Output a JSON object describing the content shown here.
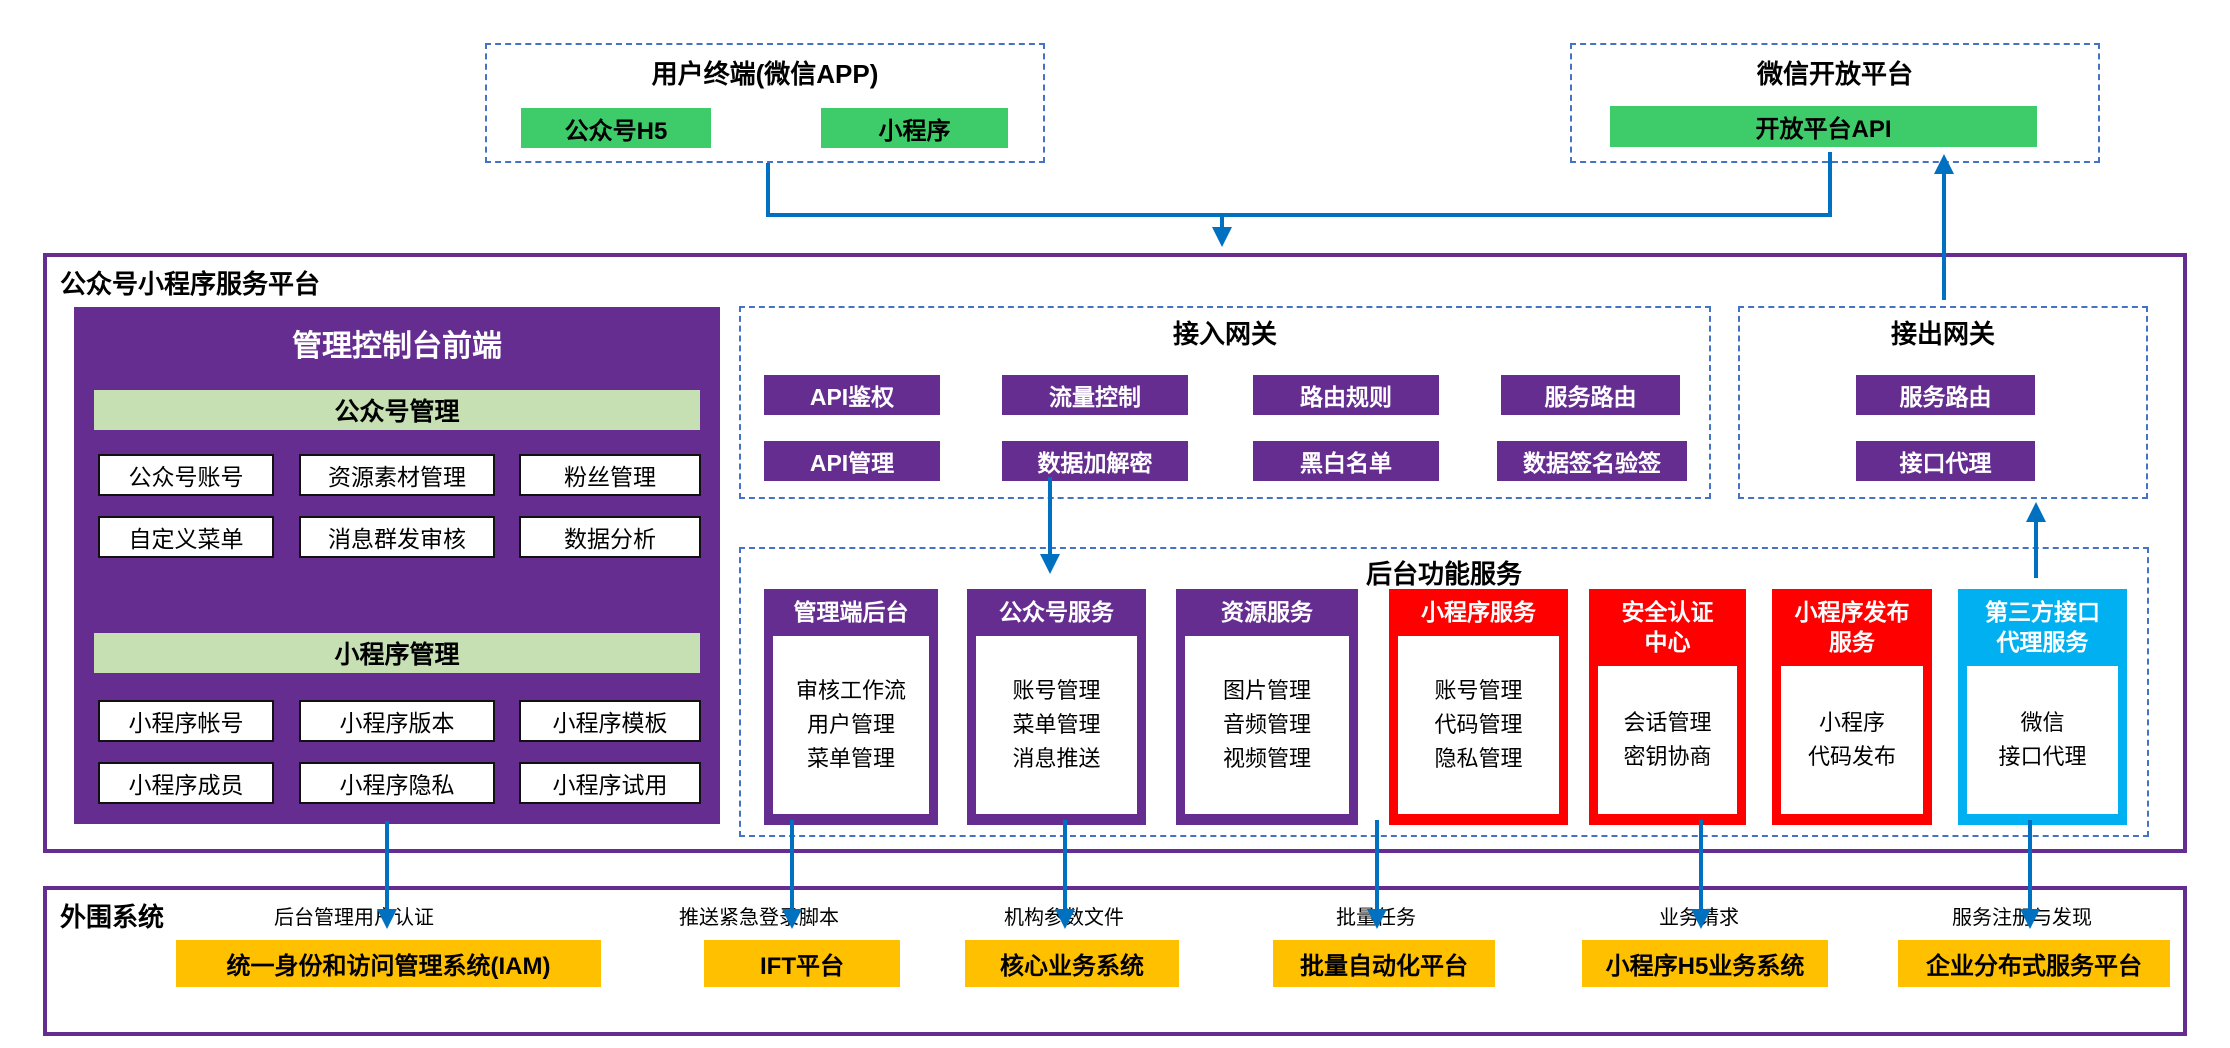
{
  "colors": {
    "purple": "#662d91",
    "red": "#fe0000",
    "cyan": "#00b0f0",
    "green": "#3ecc6a",
    "light_green": "#c6e0b4",
    "orange": "#ffc000",
    "arrow_blue": "#0070c0",
    "dashed_border": "#4472c4"
  },
  "top": {
    "user_terminal": {
      "title": "用户终端(微信APP)",
      "items": [
        "公众号H5",
        "小程序"
      ]
    },
    "wechat_open_platform": {
      "title": "微信开放平台",
      "api": "开放平台API"
    }
  },
  "platform": {
    "title": "公众号小程序服务平台",
    "console": {
      "title": "管理控制台前端",
      "sections": [
        {
          "header": "公众号管理",
          "items": [
            "公众号账号",
            "资源素材管理",
            "粉丝管理",
            "自定义菜单",
            "消息群发审核",
            "数据分析"
          ]
        },
        {
          "header": "小程序管理",
          "items": [
            "小程序帐号",
            "小程序版本",
            "小程序模板",
            "小程序成员",
            "小程序隐私",
            "小程序试用"
          ]
        }
      ]
    },
    "access_gateway": {
      "title": "接入网关",
      "items": [
        "API鉴权",
        "流量控制",
        "路由规则",
        "服务路由",
        "API管理",
        "数据加解密",
        "黑白名单",
        "数据签名验签"
      ]
    },
    "outbound_gateway": {
      "title": "接出网关",
      "items": [
        "服务路由",
        "接口代理"
      ]
    },
    "backend": {
      "title": "后台功能服务",
      "services": [
        {
          "title": "管理端后台",
          "content": "审核工作流\n用户管理\n菜单管理"
        },
        {
          "title": "公众号服务",
          "content": "账号管理\n菜单管理\n消息推送"
        },
        {
          "title": "资源服务",
          "content": "图片管理\n音频管理\n视频管理"
        },
        {
          "title": "小程序服务",
          "content": "账号管理\n代码管理\n隐私管理"
        },
        {
          "title": "安全认证\n中心",
          "content": "会话管理\n密钥协商"
        },
        {
          "title": "小程序发布\n服务",
          "content": "小程序\n代码发布"
        },
        {
          "title": "第三方接口\n代理服务",
          "content": "微信\n接口代理"
        }
      ]
    }
  },
  "peripheral": {
    "title": "外围系统",
    "flows": [
      "后台管理用户认证",
      "推送紧急登录脚本",
      "机构参数文件",
      "批量任务",
      "业务请求",
      "服务注册与发现"
    ],
    "systems": [
      "统一身份和访问管理系统(IAM)",
      "IFT平台",
      "核心业务系统",
      "批量自动化平台",
      "小程序H5业务系统",
      "企业分布式服务平台"
    ]
  }
}
